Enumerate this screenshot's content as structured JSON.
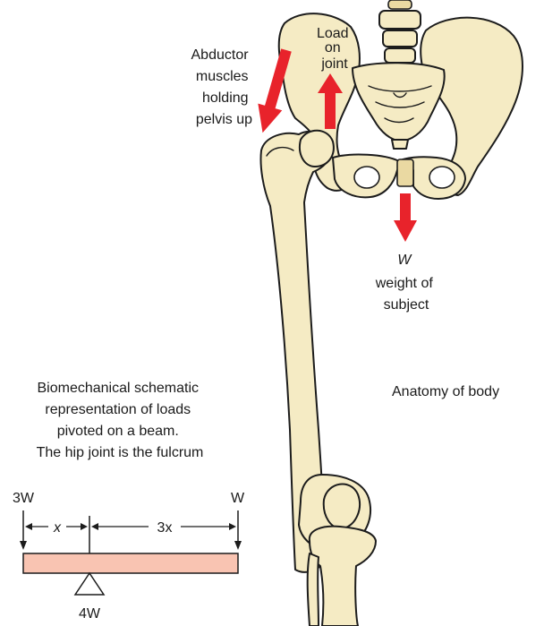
{
  "labels": {
    "abductor": [
      "Abductor",
      "muscles",
      "holding",
      "pelvis up"
    ],
    "load": [
      "Load",
      "on",
      "joint"
    ],
    "weight": [
      "W",
      "weight of",
      "subject"
    ],
    "anatomy": "Anatomy of body",
    "schematic": [
      "Biomechanical schematic",
      "representation of loads",
      "pivoted on a beam.",
      "The hip joint is the fulcrum"
    ]
  },
  "beam": {
    "left_load": "3W",
    "right_load": "W",
    "left_distance": "x",
    "right_distance": "3x",
    "fulcrum_load": "4W"
  },
  "colors": {
    "arrow": "#e8232b",
    "bone": "#f5ebc4",
    "beam": "#f9c4b2"
  }
}
